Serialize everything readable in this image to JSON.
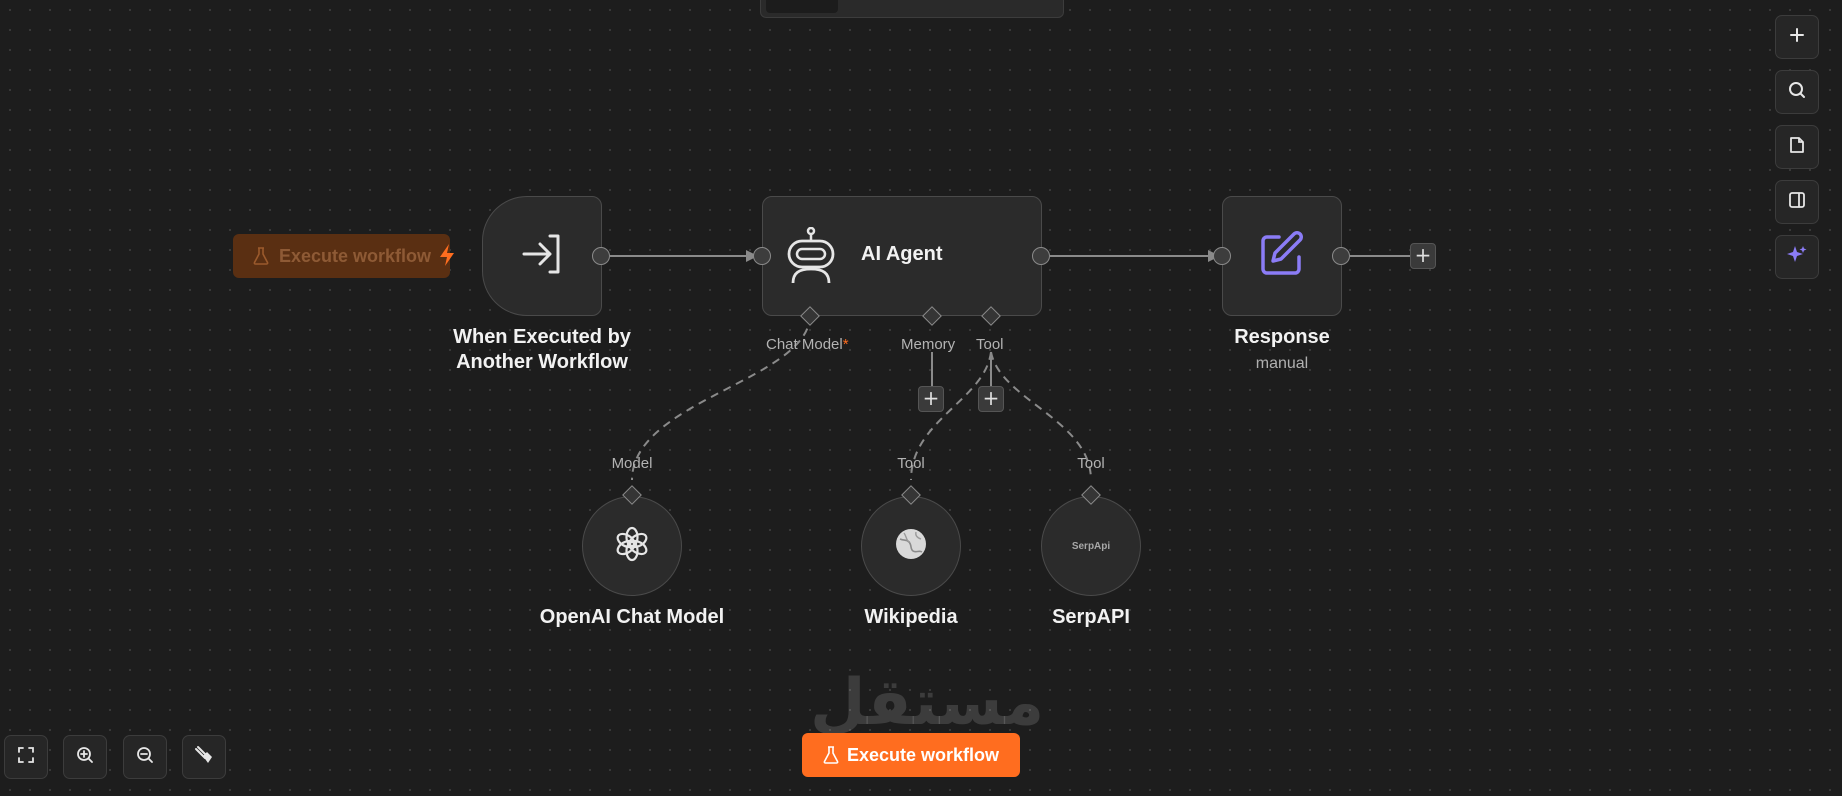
{
  "trigger_button": {
    "label": "Execute workflow"
  },
  "nodes": {
    "trigger": {
      "title_line1": "When Executed by",
      "title_line2": "Another Workflow"
    },
    "agent": {
      "title": "AI Agent"
    },
    "response": {
      "title": "Response",
      "subtitle": "manual"
    },
    "openai": {
      "title": "OpenAI Chat Model",
      "connector_label": "Model"
    },
    "wikipedia": {
      "title": "Wikipedia",
      "connector_label": "Tool"
    },
    "serpapi": {
      "title": "SerpAPI",
      "connector_label": "Tool",
      "logo_text": "SerpApi"
    }
  },
  "agent_inputs": {
    "chat_model": "Chat Model",
    "required_mark": "*",
    "memory": "Memory",
    "tool": "Tool"
  },
  "execute_button": {
    "label": "Execute workflow"
  },
  "watermark": {
    "text": "مستقل"
  },
  "right_toolbar": [
    "plus-icon",
    "search-icon",
    "sticky-note-icon",
    "panel-icon",
    "sparkle-icon"
  ],
  "bottom_toolbar": [
    "fit-view-icon",
    "zoom-in-icon",
    "zoom-out-icon",
    "clean-up-icon"
  ],
  "colors": {
    "accent_orange": "#ff6d1f",
    "response_icon": "#8b7cf6",
    "canvas": "#1d1d1d"
  }
}
